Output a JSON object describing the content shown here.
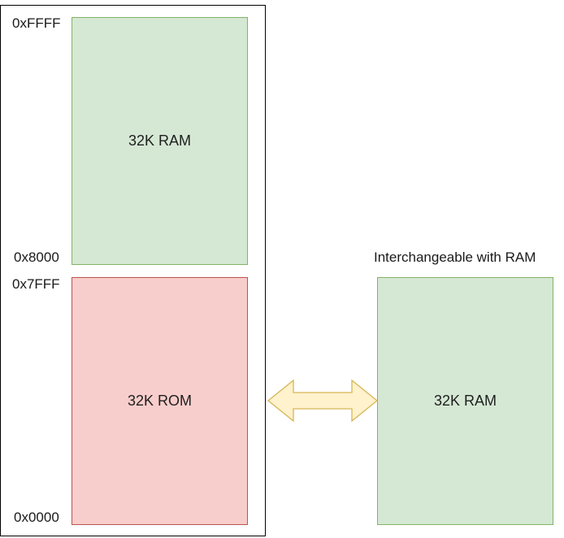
{
  "memory_map": {
    "upper_block": {
      "label": "32K RAM",
      "kind": "ram"
    },
    "lower_block": {
      "label": "32K ROM",
      "kind": "rom"
    },
    "addresses": {
      "top": "0xFFFF",
      "upper_bottom": "0x8000",
      "lower_top": "0x7FFF",
      "bottom": "0x0000"
    }
  },
  "alternate": {
    "note": "Interchangeable with RAM",
    "block": {
      "label": "32K RAM",
      "kind": "ram"
    }
  },
  "arrow": {
    "kind": "double-headed",
    "icon": "double-arrow-icon"
  },
  "colors": {
    "ram_fill": "#d5e8d4",
    "ram_stroke": "#82b366",
    "rom_fill": "#f8cecc",
    "rom_stroke": "#b85450",
    "arrow_fill": "#fff2cc",
    "arrow_stroke": "#d6b656"
  }
}
